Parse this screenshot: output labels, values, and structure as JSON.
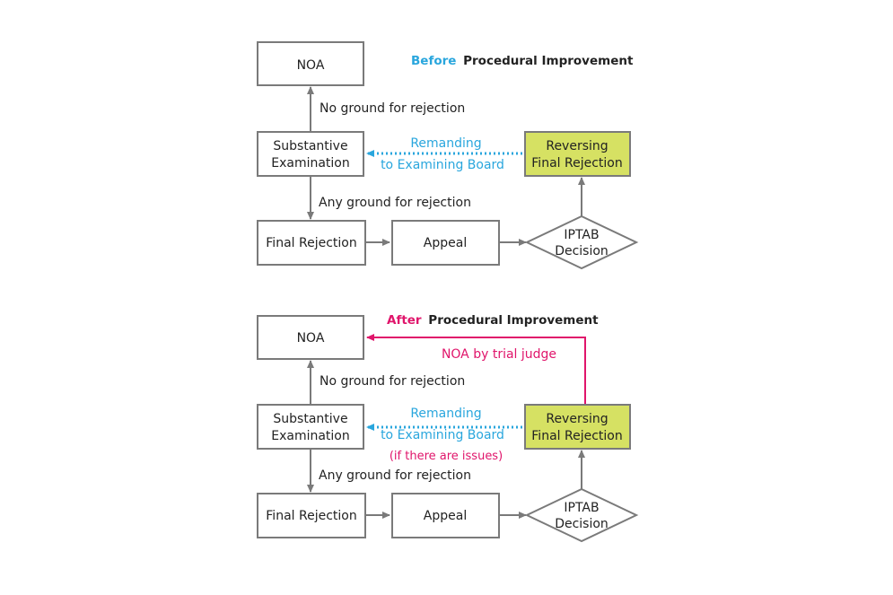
{
  "colors": {
    "accent_blue": "#29a6dd",
    "accent_pink": "#e0156b",
    "box_border": "#7a7a7a",
    "highlight_fill": "#d6e163",
    "text": "#222222"
  },
  "before": {
    "title_prefix": "Before",
    "title_rest": "Procedural Improvement",
    "noa": "NOA",
    "no_ground": "No ground for rejection",
    "substantive_line1": "Substantive",
    "substantive_line2": "Examination",
    "remanding_line1": "Remanding",
    "remanding_line2": "to Examining Board",
    "reversing_line1": "Reversing",
    "reversing_line2": "Final Rejection",
    "any_ground": "Any ground for rejection",
    "final_rejection": "Final Rejection",
    "appeal": "Appeal",
    "iptab_line1": "IPTAB",
    "iptab_line2": "Decision"
  },
  "after": {
    "title_prefix": "After",
    "title_rest": "Procedural Improvement",
    "noa": "NOA",
    "noa_by_judge": "NOA by trial judge",
    "no_ground": "No ground for rejection",
    "substantive_line1": "Substantive",
    "substantive_line2": "Examination",
    "remanding_line1": "Remanding",
    "remanding_line2": "to Examining Board",
    "if_issues": "(if there are issues)",
    "reversing_line1": "Reversing",
    "reversing_line2": "Final Rejection",
    "any_ground": "Any ground for rejection",
    "final_rejection": "Final Rejection",
    "appeal": "Appeal",
    "iptab_line1": "IPTAB",
    "iptab_line2": "Decision"
  }
}
